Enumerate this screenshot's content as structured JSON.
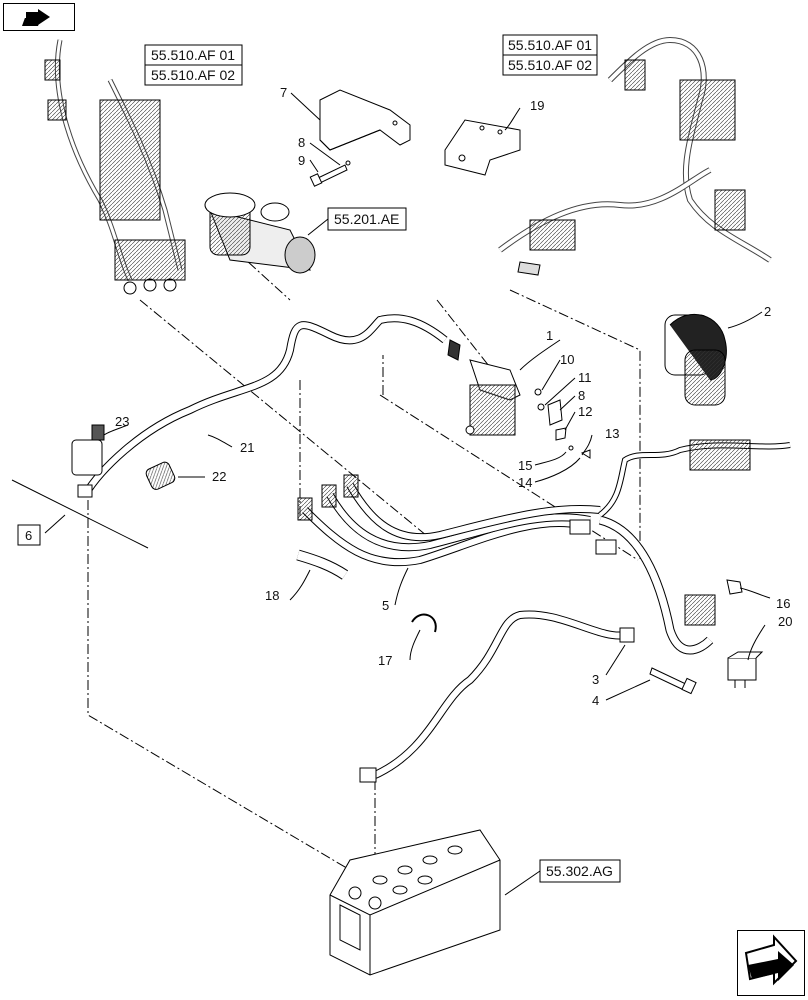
{
  "references": {
    "harness_left_1": "55.510.AF 01",
    "harness_left_2": "55.510.AF 02",
    "harness_right_1": "55.510.AF 01",
    "harness_right_2": "55.510.AF 02",
    "starter": "55.201.AE",
    "battery": "55.302.AG"
  },
  "callouts": {
    "c1": "1",
    "c2": "2",
    "c3": "3",
    "c4": "4",
    "c5": "5",
    "c6": "6",
    "c7": "7",
    "c8a": "8",
    "c8b": "8",
    "c9": "9",
    "c10": "10",
    "c11": "11",
    "c12": "12",
    "c13": "13",
    "c14": "14",
    "c15": "15",
    "c16": "16",
    "c17": "17",
    "c18": "18",
    "c19": "19",
    "c20": "20",
    "c21": "21",
    "c22": "22",
    "c23": "23"
  },
  "icons": {
    "top_left": "previous-page-icon",
    "bottom_right": "next-page-icon"
  }
}
